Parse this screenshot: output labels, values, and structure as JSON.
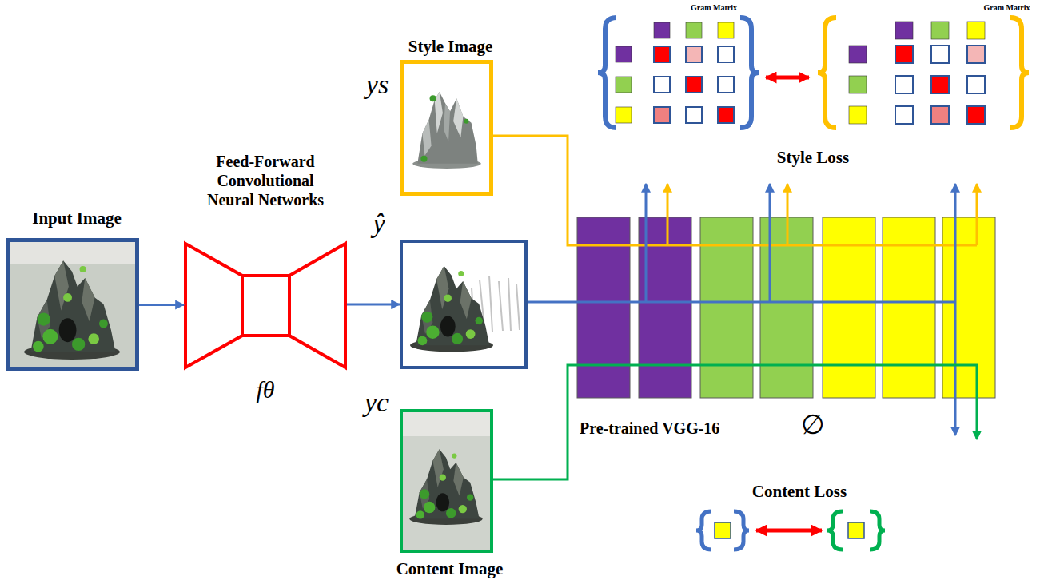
{
  "diagram": {
    "nodes": [
      {
        "text": [
          "Input Image"
        ]
      },
      {
        "text": [
          "Feed-Forward Convolutional Neural Networks",
          "fθ"
        ]
      },
      {
        "text": [
          "ŷ"
        ]
      },
      {
        "text": [
          "Style Image",
          "ys"
        ]
      },
      {
        "text": [
          "yc",
          "Content Image"
        ]
      },
      {
        "text": [
          "Pre-trained VGG-16",
          "∅"
        ]
      },
      {
        "text": [
          "Gram Matrix"
        ]
      },
      {
        "text": [
          "Gram Matrix"
        ]
      }
    ],
    "edges": [
      {
        "from": 0,
        "to": 1,
        "arrow": "to"
      },
      {
        "from": 1,
        "to": 2,
        "arrow": "to"
      },
      {
        "from": 2,
        "to": 5,
        "arrow": "none"
      },
      {
        "from": 3,
        "to": 5,
        "arrow": "none"
      },
      {
        "from": 4,
        "to": 5,
        "arrow": "none"
      },
      {
        "from": 5,
        "to": 6,
        "arrow": "to"
      },
      {
        "from": 5,
        "to": 7,
        "arrow": "to"
      },
      {
        "from": 6,
        "to": 7,
        "arrow": "both"
      }
    ],
    "labels": [
      "Style Loss",
      "Content Loss"
    ]
  }
}
